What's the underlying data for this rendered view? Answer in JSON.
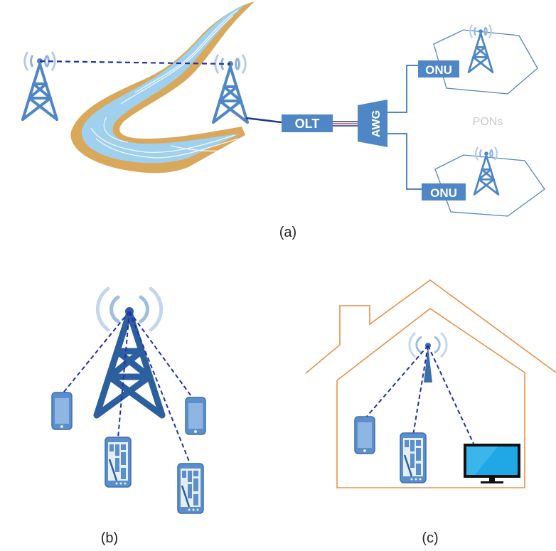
{
  "panel_a": {
    "olt_label": "OLT",
    "awg_label": "AWG",
    "onu_top_label": "ONU",
    "onu_bottom_label": "ONU",
    "pons_label": "PONs",
    "caption": "(a)"
  },
  "panel_b": {
    "caption": "(b)"
  },
  "panel_c": {
    "caption": "(c)"
  },
  "colors": {
    "tower": "#4f86c6",
    "tower_dark": "#2c5f9e",
    "link_dashed": "#1f2fb0",
    "fiber": "#1f3a8c",
    "box_fill": "#4f86c6",
    "river_bank": "#d9a85b",
    "river_water": "#9fd0ee",
    "house": "#e8904a",
    "pon_cell": "#4f86c6",
    "pons_text": "#c9c9c9"
  }
}
